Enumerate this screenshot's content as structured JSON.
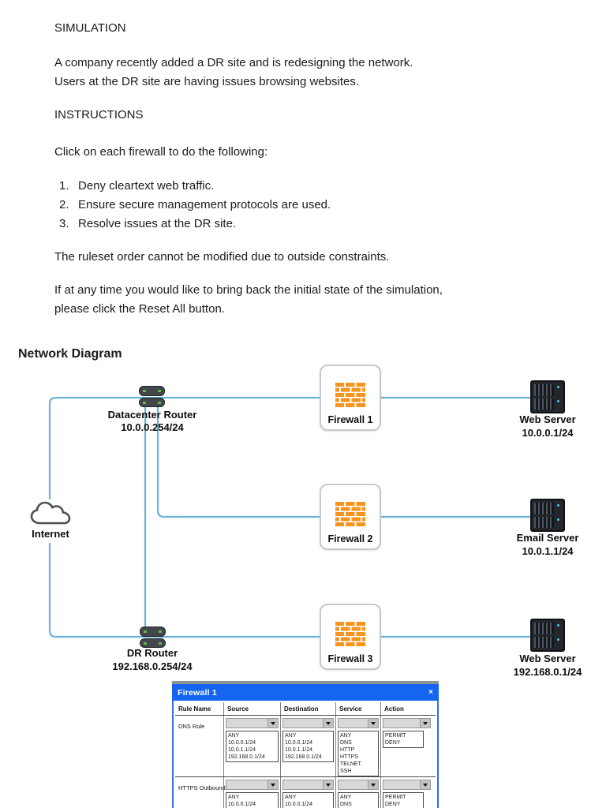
{
  "page": {
    "heading": "SIMULATION",
    "intro_lines": [
      "A company recently added a DR site and is redesigning the network.",
      "Users at the DR site are having issues browsing websites."
    ],
    "instructions_heading": "INSTRUCTIONS",
    "click_line": "Click on each firewall to do the following:",
    "tasks": [
      {
        "num": "1.",
        "text": "Deny cleartext web traffic."
      },
      {
        "num": "2.",
        "text": "Ensure secure management protocols are used."
      },
      {
        "num": "3.",
        "text": "Resolve issues at the DR site."
      }
    ],
    "ruleset_line": "The ruleset order cannot be modified due to outside constraints.",
    "reset_lines": [
      "If at any time you would like to bring back the initial state of the simulation,",
      "please click the Reset All button."
    ]
  },
  "diagram": {
    "heading": "Network Diagram",
    "internet": {
      "label": "Internet"
    },
    "dc_router": {
      "label": "Datacenter Router",
      "ip": "10.0.0.254/24"
    },
    "dr_router": {
      "label": "DR Router",
      "ip": "192.168.0.254/24"
    },
    "firewall1": {
      "label": "Firewall 1"
    },
    "firewall2": {
      "label": "Firewall 2"
    },
    "firewall3": {
      "label": "Firewall 3"
    },
    "web_server1": {
      "label": "Web Server",
      "ip": "10.0.0.1/24"
    },
    "email_server": {
      "label": "Email Server",
      "ip": "10.0.1.1/24"
    },
    "web_server2": {
      "label": "Web Server",
      "ip": "192.168.0.1/24"
    },
    "colors": {
      "link": "#6cb2d8",
      "brick": "#f7941e",
      "led_green": "#67b546",
      "led_cyan": "#38c8f5"
    }
  },
  "dialog": {
    "title": "Firewall 1",
    "close_glyph": "×",
    "columns": [
      "Rule Name",
      "Source",
      "Destination",
      "Service",
      "Action"
    ],
    "address_options": [
      "ANY",
      "10.0.0.1/24",
      "10.0.1.1/24",
      "192.168.0.1/24"
    ],
    "service_options": [
      "ANY",
      "DNS",
      "HTTP",
      "HTTPS",
      "TELNET",
      "SSH"
    ],
    "action_options": [
      "PERMIT",
      "DENY"
    ],
    "rules": [
      {
        "name": "DNS Rule"
      },
      {
        "name": "HTTPS Outbound"
      }
    ],
    "colors": {
      "titlebar": "#1565f0"
    }
  }
}
